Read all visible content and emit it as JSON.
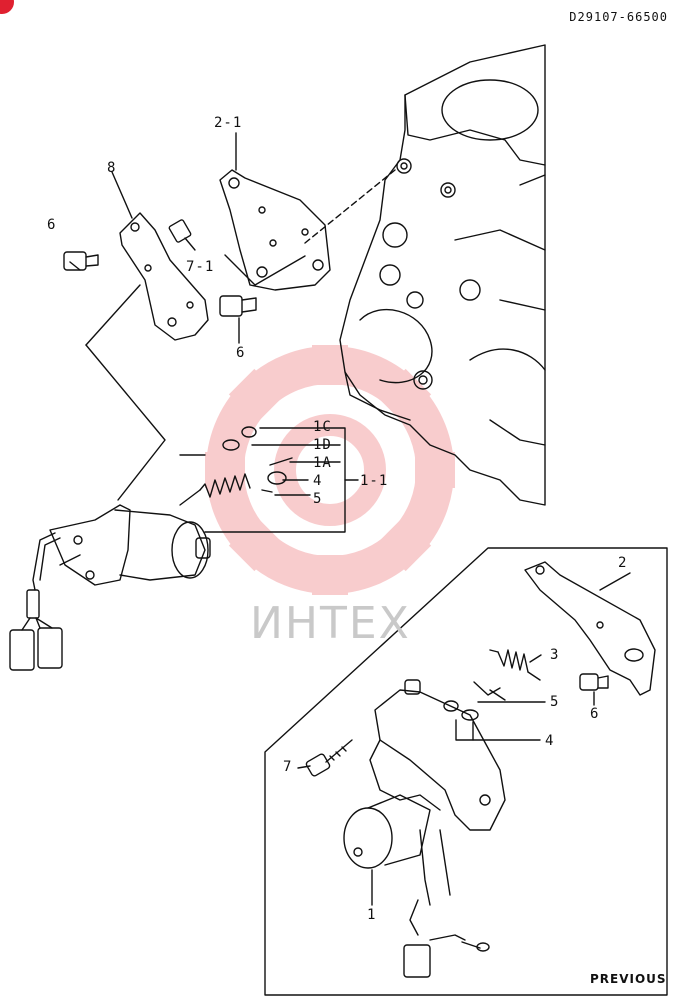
{
  "header": {
    "doc_id": "D29107-66500"
  },
  "colors": {
    "line": "#111111",
    "watermark_gear": "#f3a3a6",
    "watermark_text": "#c9c9c9",
    "accent_dot": "#e02030"
  },
  "watermark": {
    "text": "ИНТЕХ"
  },
  "labels": {
    "l_2_1": "2-1",
    "l_8": "8",
    "l_6a": "6",
    "l_7_1": "7-1",
    "l_6b": "6",
    "l_1c": "1C",
    "l_1d": "1D",
    "l_1a": "1A",
    "l_4a": "4",
    "l_5a": "5",
    "l_1_1": "1-1",
    "l_2": "2",
    "l_3": "3",
    "l_5b": "5",
    "l_6c": "6",
    "l_4b": "4",
    "l_7": "7",
    "l_1": "1"
  },
  "nav": {
    "previous": "PREVIOUS"
  }
}
